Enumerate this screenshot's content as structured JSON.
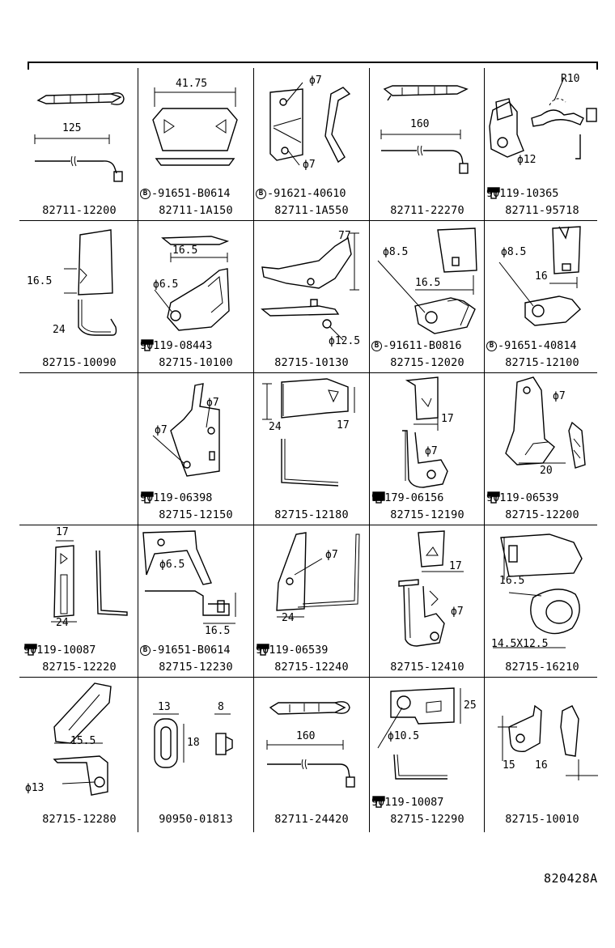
{
  "diagram_code": "820428A",
  "cells": [
    {
      "part": "82711-12200",
      "sub": "",
      "sub_type": "",
      "dims": [
        "125"
      ]
    },
    {
      "part": "82711-1A150",
      "sub": "-91651-B0614",
      "sub_type": "B",
      "dims": [
        "41.75"
      ]
    },
    {
      "part": "82711-1A550",
      "sub": "-91621-40610",
      "sub_type": "B",
      "dims": [
        "ϕ7",
        "ϕ7"
      ]
    },
    {
      "part": "82711-22270",
      "sub": "",
      "sub_type": "",
      "dims": [
        "160"
      ]
    },
    {
      "part": "82711-95718",
      "sub": "90119-10365",
      "sub_type": "bolt",
      "dims": [
        "R10",
        "ϕ12"
      ]
    },
    {
      "part": "82715-10090",
      "sub": "",
      "sub_type": "",
      "dims": [
        "16.5",
        "24"
      ]
    },
    {
      "part": "82715-10100",
      "sub": "90119-08443",
      "sub_type": "bolt",
      "dims": [
        "16.5",
        "ϕ6.5"
      ]
    },
    {
      "part": "82715-10130",
      "sub": "",
      "sub_type": "",
      "dims": [
        "77",
        "ϕ12.5"
      ]
    },
    {
      "part": "82715-12020",
      "sub": "-91611-B0816",
      "sub_type": "B",
      "dims": [
        "ϕ8.5",
        "16.5"
      ]
    },
    {
      "part": "82715-12100",
      "sub": "-91651-40814",
      "sub_type": "B",
      "dims": [
        "ϕ8.5",
        "16"
      ]
    },
    {
      "part": "",
      "sub": "",
      "sub_type": "",
      "dims": []
    },
    {
      "part": "82715-12150",
      "sub": "90119-06398",
      "sub_type": "bolt",
      "dims": [
        "ϕ7",
        "ϕ7"
      ]
    },
    {
      "part": "82715-12180",
      "sub": "",
      "sub_type": "",
      "dims": [
        "24",
        "17"
      ]
    },
    {
      "part": "82715-12190",
      "sub": "90179-06156",
      "sub_type": "nut",
      "dims": [
        "17",
        "ϕ7"
      ]
    },
    {
      "part": "82715-12200",
      "sub": "90119-06539",
      "sub_type": "bolt",
      "dims": [
        "ϕ7",
        "20"
      ]
    },
    {
      "part": "82715-12220",
      "sub": "90119-10087",
      "sub_type": "bolt",
      "dims": [
        "17",
        "24"
      ]
    },
    {
      "part": "82715-12230",
      "sub": "-91651-B0614",
      "sub_type": "B",
      "dims": [
        "ϕ6.5",
        "16.5"
      ]
    },
    {
      "part": "82715-12240",
      "sub": "90119-06539",
      "sub_type": "bolt",
      "dims": [
        "ϕ7",
        "24"
      ]
    },
    {
      "part": "82715-12410",
      "sub": "",
      "sub_type": "",
      "dims": [
        "17",
        "ϕ7"
      ]
    },
    {
      "part": "82715-16210",
      "sub": "",
      "sub_type": "",
      "dims": [
        "16.5",
        "14.5X12.5"
      ]
    },
    {
      "part": "82715-12280",
      "sub": "",
      "sub_type": "",
      "dims": [
        "15.5",
        "ϕ13"
      ]
    },
    {
      "part": "90950-01813",
      "sub": "",
      "sub_type": "",
      "dims": [
        "13",
        "8",
        "18"
      ]
    },
    {
      "part": "82711-24420",
      "sub": "",
      "sub_type": "",
      "dims": [
        "160"
      ]
    },
    {
      "part": "82715-12290",
      "sub": "90119-10087",
      "sub_type": "bolt",
      "dims": [
        "25",
        "ϕ10.5"
      ]
    },
    {
      "part": "82715-10010",
      "sub": "",
      "sub_type": "",
      "dims": [
        "15",
        "16"
      ]
    }
  ]
}
